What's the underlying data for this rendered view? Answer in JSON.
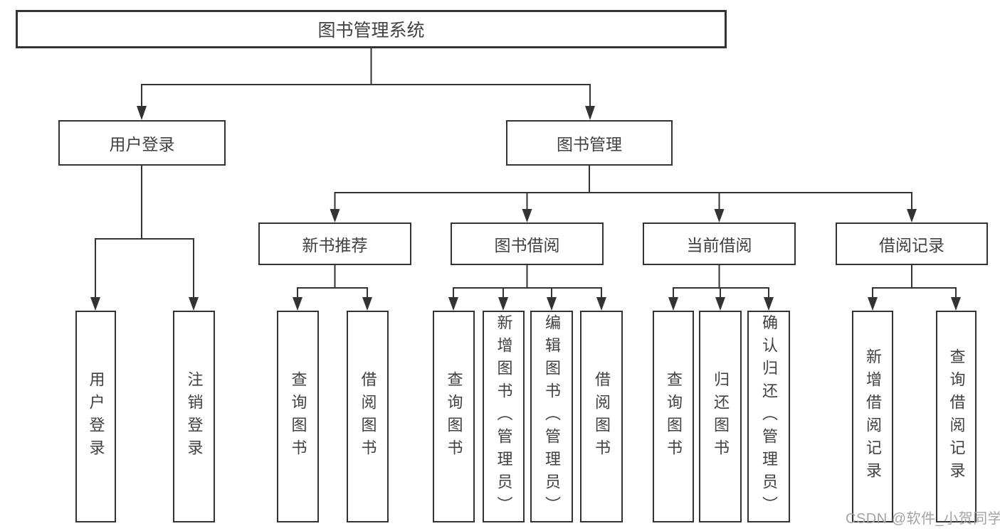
{
  "diagram_title": "图书管理系统",
  "tree": {
    "root": {
      "label": "图书管理系统"
    },
    "branches": [
      {
        "label": "用户登录",
        "children": [
          {
            "label": "用户登录"
          },
          {
            "label": "注销登录"
          }
        ]
      },
      {
        "label": "图书管理",
        "children": [
          {
            "label": "新书推荐",
            "children": [
              {
                "label": "查询图书"
              },
              {
                "label": "借阅图书"
              }
            ]
          },
          {
            "label": "图书借阅",
            "children": [
              {
                "label": "查询图书"
              },
              {
                "label": "新增图书（管理员）"
              },
              {
                "label": "编辑图书（管理员）"
              },
              {
                "label": "借阅图书"
              }
            ]
          },
          {
            "label": "当前借阅",
            "children": [
              {
                "label": "查询图书"
              },
              {
                "label": "归还图书"
              },
              {
                "label": "确认归还（管理员）"
              }
            ]
          },
          {
            "label": "借阅记录",
            "children": [
              {
                "label": "新增借阅记录"
              },
              {
                "label": "查询借阅记录"
              }
            ]
          }
        ]
      }
    ]
  },
  "watermark": "CSDN @软件_小贺同学",
  "colors": {
    "line": "#333333",
    "box_border": "#333333",
    "text": "#414141",
    "watermark": "#a3a3a3",
    "background": "#ffffff"
  }
}
